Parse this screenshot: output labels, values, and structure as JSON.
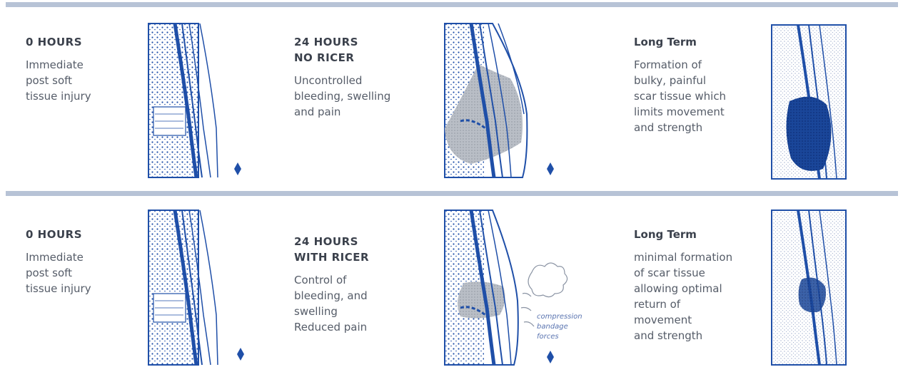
{
  "colors": {
    "rule": "#b7c3d6",
    "tissue_blue": "#1f4fa8",
    "swelling_gray": "#a9afb8",
    "scar_dark": "#143c8c"
  },
  "rows": [
    {
      "panels": [
        {
          "heading": "0 HOURS",
          "description": "Immediate\npost soft\ntissue injury"
        },
        {
          "heading": "24 HOURS\nNO RICER",
          "description": "Uncontrolled\nbleeding, swelling\nand pain"
        },
        {
          "heading": "Long Term",
          "description": "Formation of\nbulky, painful\nscar tissue which\nlimits movement\nand strength"
        }
      ]
    },
    {
      "panels": [
        {
          "heading": "0 HOURS",
          "description": "Immediate\npost soft\ntissue injury"
        },
        {
          "heading": "24 HOURS\nWITH RICER",
          "description": "Control of\nbleeding, and\nswelling\nReduced pain"
        },
        {
          "heading": "Long Term",
          "description": "minimal formation\nof scar tissue\nallowing optimal\nreturn of\nmovement\nand strength"
        }
      ]
    }
  ],
  "labels": {
    "compression": "compression\nbandage\nforces"
  },
  "icons": [
    "blood-drop-icon"
  ]
}
